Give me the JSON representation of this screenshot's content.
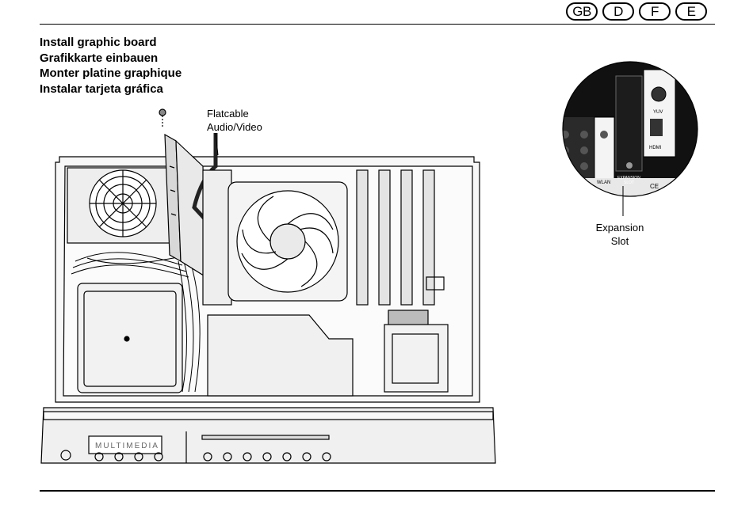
{
  "languages": [
    "GB",
    "D",
    "F",
    "E"
  ],
  "headings": [
    "Install graphic board",
    "Grafikkarte einbauen",
    "Monter platine graphique",
    "Instalar tarjeta gráfica"
  ],
  "labels": {
    "flatcable_line1": "Flatcable",
    "flatcable_line2": "Audio/Video",
    "expansion_line1": "Expansion",
    "expansion_line2": "Slot"
  },
  "device": {
    "front_text": "MULTIMEDIA"
  },
  "inset": {
    "port_yuv": "YUV",
    "port_hdmi": "HDMI",
    "port_wlan": "WLAN",
    "slot_line1": "EXPANSION",
    "slot_line2": "SLOT",
    "ce_mark": "CE"
  }
}
